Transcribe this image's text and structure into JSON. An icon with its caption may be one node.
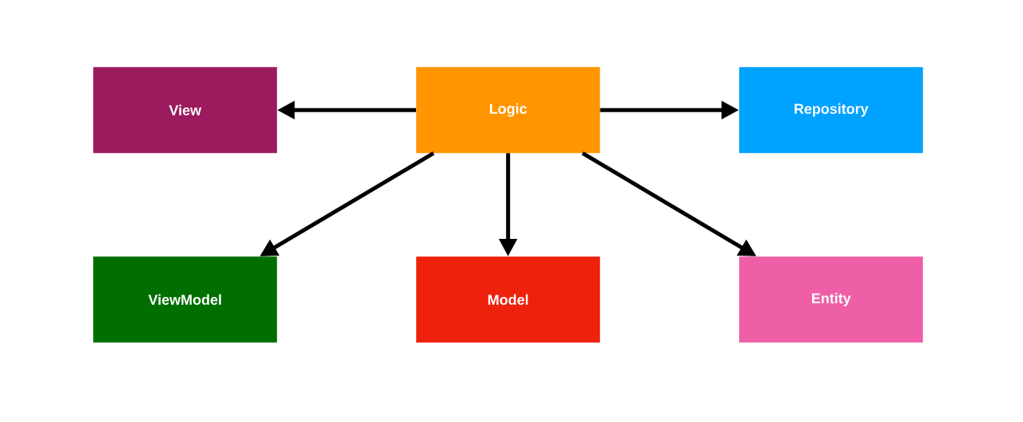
{
  "diagram": {
    "nodes": [
      {
        "text": [
          "View"
        ]
      },
      {
        "text": [
          "Logic"
        ]
      },
      {
        "text": [
          "Repository"
        ]
      },
      {
        "text": [
          "ViewModel"
        ]
      },
      {
        "text": [
          "Model"
        ]
      },
      {
        "text": [
          "Entity"
        ]
      }
    ],
    "edges": [
      {
        "from": 1,
        "to": 0,
        "arrow": "to"
      },
      {
        "from": 1,
        "to": 2,
        "arrow": "to"
      },
      {
        "from": 1,
        "to": 3,
        "arrow": "to"
      },
      {
        "from": 1,
        "to": 4,
        "arrow": "to"
      },
      {
        "from": 1,
        "to": 5,
        "arrow": "to"
      }
    ]
  }
}
